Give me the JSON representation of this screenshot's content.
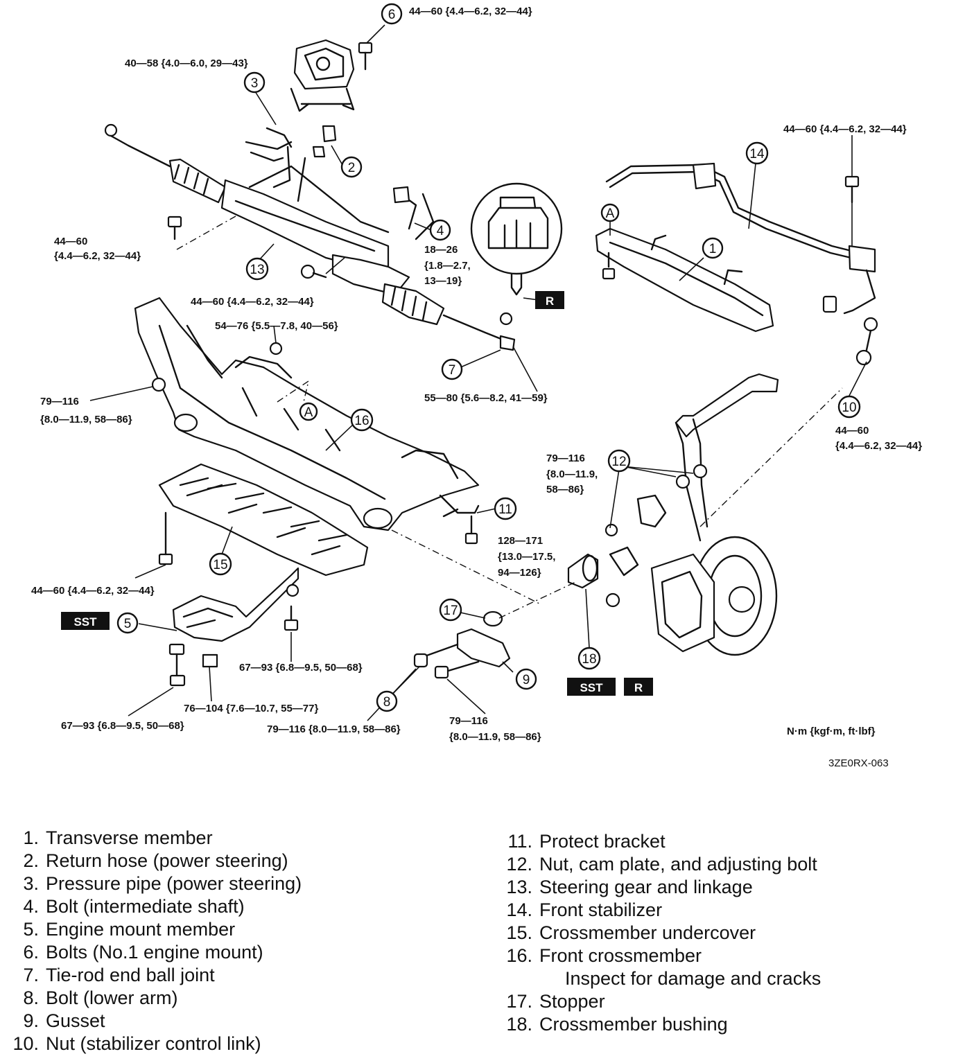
{
  "torques": {
    "t6": "44—60 {4.4—6.2, 32—44}",
    "t3": "40—58 {4.0—6.0, 29—43}",
    "t14": "44—60 {4.4—6.2, 32—44}",
    "t13a_1": "44—60",
    "t13a_2": "{4.4—6.2, 32—44}",
    "t4_1": "18—26",
    "t4_2": "{1.8—2.7,",
    "t4_3": "13—19}",
    "t13b": "44—60 {4.4—6.2, 32—44}",
    "t16a": "54—76 {5.5—7.8, 40—56}",
    "t7": "55—80 {5.6—8.2, 41—59}",
    "t16b_1": "79—116",
    "t16b_2": "{8.0—11.9, 58—86}",
    "t10_1": "44—60",
    "t10_2": "{4.4—6.2, 32—44}",
    "t12_1": "79—116",
    "t12_2": "{8.0—11.9,",
    "t12_3": "58—86}",
    "t11_1": "128—171",
    "t11_2": "{13.0—17.5,",
    "t11_3": "94—126}",
    "t15": "44—60 {4.4—6.2, 32—44}",
    "t5a": "67—93 {6.8—9.5, 50—68}",
    "t5b": "76—104 {7.6—10.7, 55—77}",
    "t5c": "67—93 {6.8—9.5, 50—68}",
    "t8": "79—116 {8.0—11.9, 58—86}",
    "t9_1": "79—116",
    "t9_2": "{8.0—11.9, 58—86}"
  },
  "callouts": [
    "1",
    "2",
    "3",
    "4",
    "5",
    "6",
    "7",
    "8",
    "9",
    "10",
    "11",
    "12",
    "13",
    "14",
    "15",
    "16",
    "17",
    "18"
  ],
  "letters": {
    "a": "A"
  },
  "tags": {
    "sst": "SST",
    "r": "R"
  },
  "units": "N·m {kgf·m, ft·lbf}",
  "figure_code": "3ZE0RX-063",
  "legend_left": [
    {
      "n": "1.",
      "label": "Transverse member"
    },
    {
      "n": "2.",
      "label": "Return hose (power steering)"
    },
    {
      "n": "3.",
      "label": "Pressure pipe (power steering)"
    },
    {
      "n": "4.",
      "label": "Bolt (intermediate shaft)"
    },
    {
      "n": "5.",
      "label": "Engine mount member"
    },
    {
      "n": "6.",
      "label": "Bolts (No.1 engine mount)"
    },
    {
      "n": "7.",
      "label": "Tie-rod end ball joint"
    },
    {
      "n": "8.",
      "label": "Bolt (lower arm)"
    },
    {
      "n": "9.",
      "label": "Gusset"
    },
    {
      "n": "10.",
      "label": "Nut (stabilizer control link)"
    }
  ],
  "legend_right": [
    {
      "n": "11.",
      "label": "Protect bracket"
    },
    {
      "n": "12.",
      "label": "Nut, cam plate, and adjusting bolt"
    },
    {
      "n": "13.",
      "label": "Steering gear and linkage"
    },
    {
      "n": "14.",
      "label": "Front stabilizer"
    },
    {
      "n": "15.",
      "label": "Crossmember undercover"
    },
    {
      "n": "16.",
      "label": "Front crossmember"
    }
  ],
  "legend_right_note": "Inspect for damage and cracks",
  "legend_right_tail": [
    {
      "n": "17.",
      "label": "Stopper"
    },
    {
      "n": "18.",
      "label": "Crossmember bushing"
    }
  ]
}
